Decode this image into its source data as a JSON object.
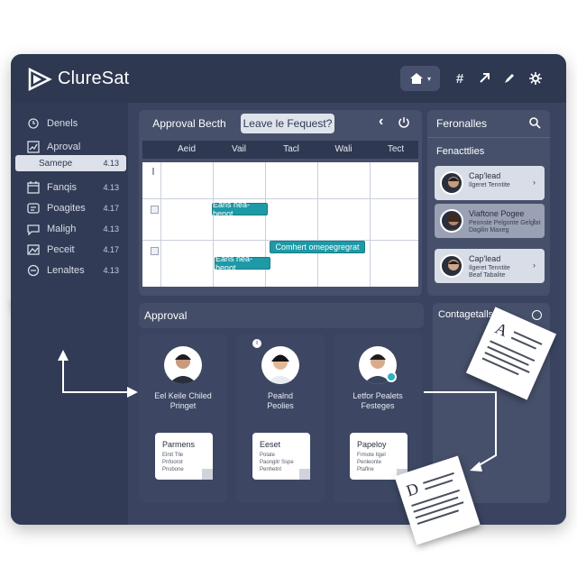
{
  "app": {
    "brand": "ClureSat"
  },
  "sidebar": {
    "items": [
      {
        "label": "Denels",
        "count": ""
      },
      {
        "label": "Aproval",
        "count": ""
      },
      {
        "label": "Samepe",
        "count": "4.13",
        "selected": true
      },
      {
        "label": "Fanqis",
        "count": "4.13"
      },
      {
        "label": "Poagites",
        "count": "4.17"
      },
      {
        "label": "Maligh",
        "count": "4.13"
      },
      {
        "label": "Peceit",
        "count": "4.17"
      },
      {
        "label": "Lenaltes",
        "count": "4.13"
      }
    ]
  },
  "tabs": {
    "approval": "Approval Becth",
    "leave": "Leave le Fequest?"
  },
  "calendar": {
    "days": [
      "Aeid",
      "Vail",
      "Tacl",
      "Wali",
      "Tect"
    ],
    "events": [
      "Eans hea-benot",
      "Comhert omepegregrat"
    ]
  },
  "right": {
    "title": "Feronalles",
    "subtitle": "Fenacttlies",
    "contacts": [
      {
        "name": "Cap'lead",
        "line1": "Ilgeret Tenntite",
        "line2": "",
        "active": false
      },
      {
        "name": "Viaftone Pogee",
        "line1": "Peonste Pelgonte Gelgiat",
        "line2": "Dagilin Maxeg",
        "active": true
      },
      {
        "name": "Cap'lead",
        "line1": "Ilgeret Tenntite",
        "line2": "Beaf Tabalite",
        "active": false
      }
    ]
  },
  "approval": {
    "title": "Approval",
    "approvers": [
      {
        "name_line1": "Eel Keile Chiled",
        "name_line2": "Pringet",
        "doc_title": "Parmens",
        "doc_lines": [
          "Elntt Tlle",
          "Pnfoorot",
          "Pnsbone"
        ]
      },
      {
        "name_line1": "Pealnd",
        "name_line2": "Peolies",
        "doc_title": "Eeset",
        "doc_lines": [
          "Polate",
          "Paongitr Sspe",
          "Penhetnt"
        ]
      },
      {
        "name_line1": "Letfor Pealets",
        "name_line2": "Festeges",
        "doc_title": "Papeloy",
        "doc_lines": [
          "Frmote Ilgel",
          "Penleonte",
          "Ptaflne"
        ]
      }
    ]
  },
  "contagetalls": {
    "title": "Contagetalls"
  },
  "papers": {
    "a": "A",
    "b": "A",
    "d": "D"
  }
}
